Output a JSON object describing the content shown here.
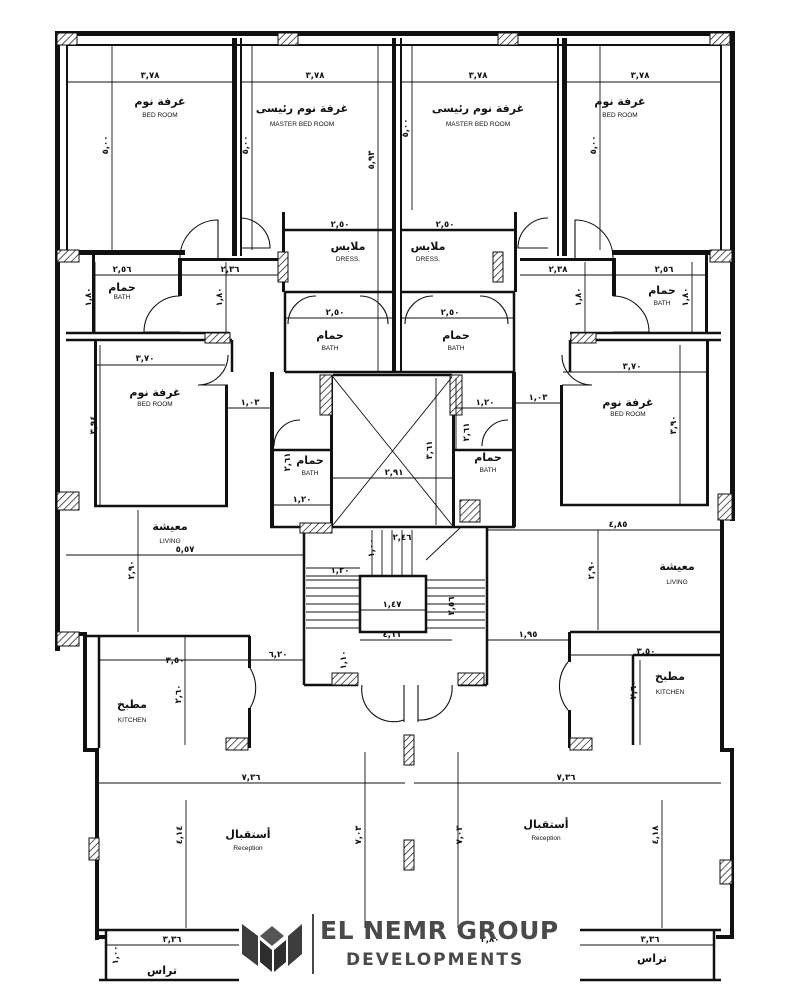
{
  "rooms": {
    "bed_left": {
      "ar": "غرفة نوم",
      "en": "BED ROOM"
    },
    "master_left": {
      "ar": "غرفة نوم رئيسى",
      "en": "MASTER BED ROOM"
    },
    "master_right": {
      "ar": "غرفة نوم رئيسى",
      "en": "MASTER BED ROOM"
    },
    "bed_right": {
      "ar": "غرفة نوم",
      "en": "BED ROOM"
    },
    "dress_left": {
      "ar": "ملابس",
      "en": "DRESS."
    },
    "dress_right": {
      "ar": "ملابس",
      "en": "DRESS."
    },
    "bath_top_left": {
      "ar": "حمام",
      "en": "BATH"
    },
    "bath_top_right": {
      "ar": "حمام",
      "en": "BATH"
    },
    "bath_mid_left": {
      "ar": "حمام",
      "en": "BATH"
    },
    "bath_mid_right": {
      "ar": "حمام",
      "en": "BATH"
    },
    "bed_mid_left": {
      "ar": "غرفة نوم",
      "en": "BED ROOM"
    },
    "bed_mid_right": {
      "ar": "غرفة نوم",
      "en": "BED ROOM"
    },
    "bath_core_left": {
      "ar": "حمام",
      "en": "BATH"
    },
    "bath_core_right": {
      "ar": "حمام",
      "en": "BATH"
    },
    "living_left": {
      "ar": "معيشة",
      "en": "LIVING"
    },
    "living_right": {
      "ar": "معيشة",
      "en": "LIVING"
    },
    "kitchen_left": {
      "ar": "مطبخ",
      "en": "KITCHEN"
    },
    "kitchen_right": {
      "ar": "مطبخ",
      "en": "KITCHEN"
    },
    "reception_left": {
      "ar": "أستقبال",
      "en": "Reception"
    },
    "reception_right": {
      "ar": "أستقبال",
      "en": "Reception"
    },
    "terrace_left": {
      "ar": "تراس"
    },
    "terrace_right": {
      "ar": "تراس"
    }
  },
  "dims": {
    "d378a": "٣,٧٨",
    "d378b": "٣,٧٨",
    "d378c": "٣,٧٨",
    "d378d": "٣,٧٨",
    "d500a": "٥,٠٠",
    "d500b": "٥,٠٠",
    "d500c": "٥,٠٠",
    "d500d": "٥,٠٠",
    "d593": "٥,٩٣",
    "d250a": "٢,٥٠",
    "d250b": "٢,٥٠",
    "d250c": "٢,٥٠",
    "d250d": "٢,٥٠",
    "d256a": "٢,٥٦",
    "d256b": "٢,٥٦",
    "d236": "٢,٣٦",
    "d238": "٢,٣٨",
    "d180a": "١,٨٠",
    "d180b": "١,٨٠",
    "d180c": "١,٨٠",
    "d180d": "١,٨٠",
    "d370a": "٣,٧٠",
    "d370b": "٣,٧٠",
    "d394": "٣,٩٤",
    "d390": "٣,٩٠",
    "d103a": "١,٠٣",
    "d103b": "١,٠٣",
    "d120a": "١,٢٠",
    "d120b": "١,٢٠",
    "d261a": "٢,٦١",
    "d261b": "٢,٦١",
    "d391": "٢,٩١",
    "d361": "٣,٦١",
    "d485": "٤,٨٥",
    "d957": "٥,٥٧",
    "d290a": "٢,٩٠",
    "d290b": "٢,٩٠",
    "d246": "٢,٤٦",
    "d100": "١,٠٠",
    "d1200": "١,٢٠",
    "d147": "١,٤٧",
    "d411": "٤,١١",
    "d256c": "٢,٥٦",
    "d350a": "٣,٥٠",
    "d350b": "٣,٥٠",
    "d620": "٦,٢٠",
    "d195": "١,٩٥",
    "d260a": "٢,٦٠",
    "d260b": "٢,٦٠",
    "d110": "١,١٠",
    "d736a": "٧,٣٦",
    "d736b": "٧,٣٦",
    "d714": "٤,١٤",
    "d703a": "٧,٠٣",
    "d703b": "٧,٠٣",
    "d418": "٤,١٨",
    "d336a": "٣,٣٦",
    "d336b": "٣,٣٦",
    "d1000": "١,٠٠",
    "d3800": "٣,٨٠"
  },
  "brand": {
    "name": "EL NEMR GROUP",
    "sub": "DEVELOPMENTS"
  },
  "colors": {
    "line": "#111111",
    "logo": "#4a4a4a"
  }
}
